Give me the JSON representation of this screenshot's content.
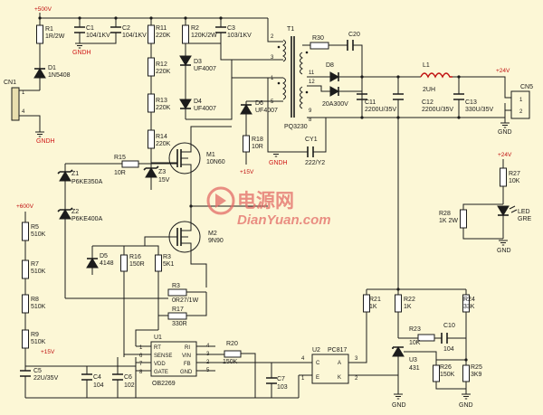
{
  "rails": {
    "p500v_top": "+500V",
    "p500v_left": "+600V",
    "p15v_mid": "+15V",
    "p15v_low": "+15V",
    "p24v_out": "+24V",
    "p24v_led": "+24V"
  },
  "grounds": {
    "gndh_c1": "GNDH",
    "gndh_cn1": "GNDH",
    "gndh_t1": "GNDH",
    "gnd_out": "GND",
    "gnd_led": "GND",
    "gnd_u3": "GND",
    "gnd_r25": "GND"
  },
  "connectors": {
    "cn1": {
      "ref": "CN1",
      "pin1": "1",
      "pin2": "4"
    },
    "cn5": {
      "ref": "CN5",
      "pin1": "1",
      "pin2": "2"
    }
  },
  "resistors": {
    "r1": {
      "ref": "R1",
      "val": "1R/2W"
    },
    "r11": {
      "ref": "R11",
      "val": "220K"
    },
    "r12": {
      "ref": "R12",
      "val": "220K"
    },
    "r13": {
      "ref": "R13",
      "val": "220K"
    },
    "r14": {
      "ref": "R14",
      "val": "220K"
    },
    "r2": {
      "ref": "R2",
      "val": "120K/2W"
    },
    "r30": {
      "ref": "R30"
    },
    "r15": {
      "ref": "R15",
      "val": "10R"
    },
    "r18": {
      "ref": "R18",
      "val": "10R"
    },
    "r5": {
      "ref": "R5",
      "val": "510K"
    },
    "r7": {
      "ref": "R7",
      "val": "510K"
    },
    "r8": {
      "ref": "R8",
      "val": "510K"
    },
    "r9": {
      "ref": "R9",
      "val": "510K"
    },
    "r16": {
      "ref": "R16",
      "val": "150R"
    },
    "r3": {
      "ref": "R3",
      "val": "5K1"
    },
    "r3b": {
      "ref": "R3",
      "val": "0R27/1W"
    },
    "r17": {
      "ref": "R17",
      "val": "330R"
    },
    "r20": {
      "ref": "R20",
      "val": "150K"
    },
    "r27": {
      "ref": "R27",
      "val": "10K"
    },
    "r28": {
      "ref": "R28",
      "val": "1K 2W"
    },
    "r21": {
      "ref": "R21",
      "val": "1K"
    },
    "r22": {
      "ref": "R22",
      "val": "1K"
    },
    "r24": {
      "ref": "R24",
      "val": "33K"
    },
    "r23": {
      "ref": "R23",
      "val": "10K"
    },
    "r26": {
      "ref": "R26",
      "val": "150K"
    },
    "r25": {
      "ref": "R25",
      "val": "3K9"
    }
  },
  "capacitors": {
    "c1": {
      "ref": "C1",
      "val": "104/1KV"
    },
    "c2": {
      "ref": "C2",
      "val": "104/1KV"
    },
    "c3": {
      "ref": "C3",
      "val": "103/1KV"
    },
    "c20": {
      "ref": "C20"
    },
    "c11": {
      "ref": "C11",
      "val": "2200U/35V"
    },
    "c12": {
      "ref": "C12",
      "val": "2200U/35V"
    },
    "c13": {
      "ref": "C13",
      "val": "330U/35V"
    },
    "cy1": {
      "ref": "CY1",
      "val": "222/Y2"
    },
    "c5": {
      "ref": "C5",
      "val": "22U/35V"
    },
    "c4": {
      "ref": "C4",
      "val": "104"
    },
    "c6": {
      "ref": "C6",
      "val": "102"
    },
    "c7": {
      "ref": "C7",
      "val": "103"
    },
    "c10": {
      "ref": "C10",
      "val": "104"
    }
  },
  "diodes": {
    "d1": {
      "ref": "D1",
      "val": "1N5408"
    },
    "d3": {
      "ref": "D3",
      "val": "UF4007"
    },
    "d4": {
      "ref": "D4",
      "val": "UF4007"
    },
    "d6": {
      "ref": "D6",
      "val": "UF4007"
    },
    "d8": {
      "ref": "D8",
      "val": "20A300V"
    },
    "d5": {
      "ref": "D5",
      "val": "4148"
    },
    "z1": {
      "ref": "Z1",
      "val": "P6KE350A"
    },
    "z2": {
      "ref": "Z2",
      "val": "P6KE400A"
    },
    "z3": {
      "ref": "Z3",
      "val": "15V"
    },
    "led": {
      "ref": "LED",
      "val": "GRE"
    }
  },
  "transistors": {
    "m1": {
      "ref": "M1",
      "val": "10N60"
    },
    "m2": {
      "ref": "M2",
      "val": "9N90"
    }
  },
  "transformer": {
    "ref": "T1",
    "part": "PQ3230",
    "pins": [
      "2",
      "3",
      "1",
      "5",
      "11",
      "12",
      "9",
      "8"
    ]
  },
  "inductor": {
    "ref": "L1",
    "val": "2UH"
  },
  "u1": {
    "ref": "U1",
    "part": "OB2269",
    "pins_left": [
      "RT",
      "SENSE",
      "VDD",
      "GATE"
    ],
    "pins_right": [
      "RI",
      "VIN",
      "FB",
      "GND"
    ],
    "nums_left": [
      "1",
      "6",
      "7",
      "8"
    ],
    "nums_right": [
      "4",
      "3",
      "2",
      "5"
    ]
  },
  "u2": {
    "ref": "U2",
    "part": "PC817",
    "pins": [
      "C",
      "A",
      "E",
      "K"
    ],
    "nums": [
      "4",
      "3",
      "1",
      "2"
    ]
  },
  "u3": {
    "ref": "U3",
    "val": "431"
  },
  "watermark": {
    "cn": "电源网",
    "en": "DianYuan.com"
  }
}
